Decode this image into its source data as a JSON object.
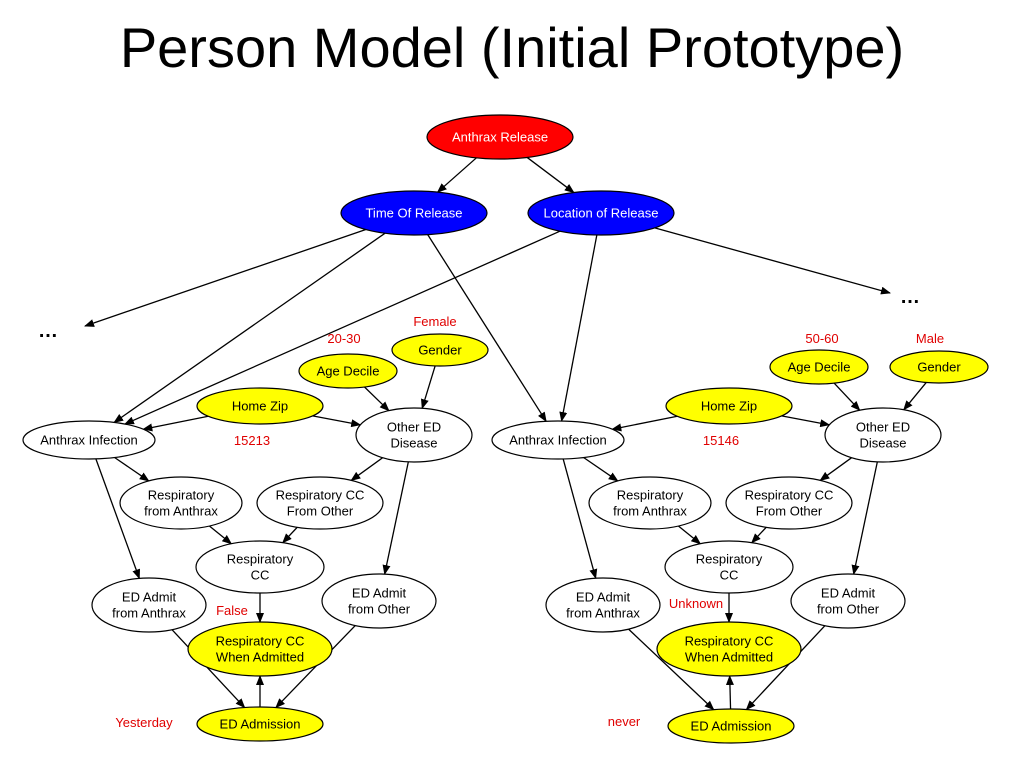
{
  "title": "Person Model (Initial Prototype)",
  "colors": {
    "root": "#ff0000",
    "parent": "#0000ff",
    "evidence": "#ffff00",
    "hidden": "#ffffff",
    "annotation": "#e00000"
  },
  "ellipsis_text": "…",
  "top_nodes": {
    "anthrax_release": "Anthrax Release",
    "time_of_release": "Time Of Release",
    "location_of_release": "Location of Release"
  },
  "persons": [
    {
      "nodes": {
        "gender": "Gender",
        "age_decile": "Age Decile",
        "home_zip": "Home Zip",
        "anthrax_infection": "Anthrax Infection",
        "other_ed_disease": [
          "Other ED",
          "Disease"
        ],
        "resp_from_anthrax": [
          "Respiratory",
          "from Anthrax"
        ],
        "resp_cc_from_other": [
          "Respiratory CC",
          "From Other"
        ],
        "resp_cc": [
          "Respiratory",
          "CC"
        ],
        "ed_admit_from_anthrax": [
          "ED Admit",
          "from Anthrax"
        ],
        "ed_admit_from_other": [
          "ED Admit",
          "from Other"
        ],
        "resp_cc_when_admitted": [
          "Respiratory CC",
          "When Admitted"
        ],
        "ed_admission": "ED Admission"
      },
      "values": {
        "gender": "Female",
        "age_decile": "20-30",
        "home_zip": "15213",
        "resp_cc_when_admitted": "False",
        "ed_admission": "Yesterday"
      }
    },
    {
      "nodes": {
        "gender": "Gender",
        "age_decile": "Age Decile",
        "home_zip": "Home Zip",
        "anthrax_infection": "Anthrax Infection",
        "other_ed_disease": [
          "Other ED",
          "Disease"
        ],
        "resp_from_anthrax": [
          "Respiratory",
          "from Anthrax"
        ],
        "resp_cc_from_other": [
          "Respiratory CC",
          "From Other"
        ],
        "resp_cc": [
          "Respiratory",
          "CC"
        ],
        "ed_admit_from_anthrax": [
          "ED Admit",
          "from Anthrax"
        ],
        "ed_admit_from_other": [
          "ED Admit",
          "from Other"
        ],
        "resp_cc_when_admitted": [
          "Respiratory CC",
          "When Admitted"
        ],
        "ed_admission": "ED Admission"
      },
      "values": {
        "gender": "Male",
        "age_decile": "50-60",
        "home_zip": "15146",
        "resp_cc_when_admitted": "Unknown",
        "ed_admission": "never"
      }
    }
  ]
}
